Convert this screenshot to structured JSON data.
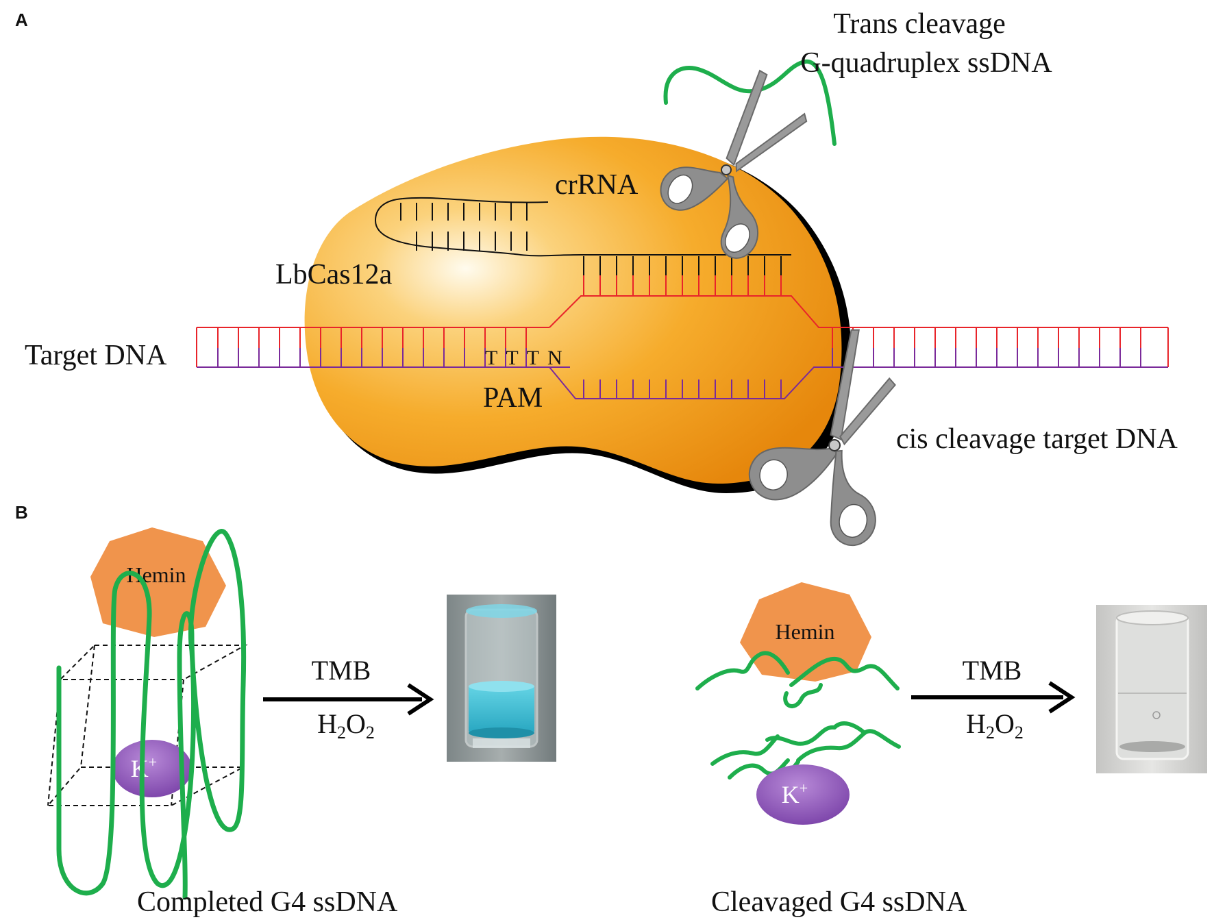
{
  "panels": {
    "a": {
      "label": "A"
    },
    "b": {
      "label": "B"
    }
  },
  "panel_a": {
    "trans_cleavage_line1": "Trans cleavage",
    "trans_cleavage_line2": "G-quadruplex ssDNA",
    "crrna": "crRNA",
    "protein": "LbCas12a",
    "target_dna": "Target DNA",
    "pam_sequence": "TTTN",
    "pam": "PAM",
    "cis_cleavage": "cis cleavage target DNA"
  },
  "panel_b": {
    "hemin": "Hemin",
    "potassium": "K",
    "potassium_charge": "+",
    "reagent": "TMB",
    "oxidant_h": "H",
    "oxidant_sub1": "2",
    "oxidant_o": "O",
    "oxidant_sub2": "2",
    "completed_caption": "Completed G4 ssDNA",
    "cleaved_caption": "Cleavaged G4 ssDNA"
  },
  "colors": {
    "protein": "#f5a623",
    "protein_highlight": "#fff3d0",
    "dna_red": "#e8242a",
    "dna_purple": "#7a2a9a",
    "g4_green": "#1eae4c",
    "hemin": "#f0944c",
    "potassium": "#8b55b8",
    "scissors": "#9a9a9a",
    "blue_solution": "#38b4cc"
  },
  "icons": [
    "scissors-icon",
    "scissors-icon",
    "vial-blue-photo",
    "vial-clear-photo"
  ]
}
